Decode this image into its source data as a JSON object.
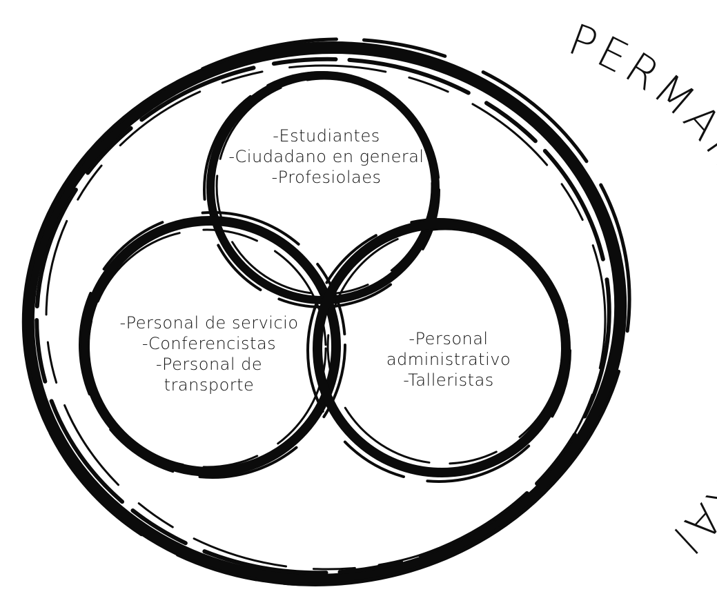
{
  "diagram": {
    "outer_ring_label": "PERMANENTE-TEMPORAl",
    "circles": [
      {
        "id": "top",
        "lines": [
          "-Estudiantes",
          "-Ciudadano en general",
          "-Profesiolaes"
        ]
      },
      {
        "id": "left",
        "lines": [
          "-Personal de servicio",
          "-Conferencistas",
          "-Personal de",
          "transporte"
        ]
      },
      {
        "id": "right",
        "lines": [
          "-Personal",
          "administrativo",
          "-Talleristas"
        ]
      }
    ]
  },
  "colors": {
    "ink": "#0b0b0b",
    "background": "#ffffff"
  }
}
